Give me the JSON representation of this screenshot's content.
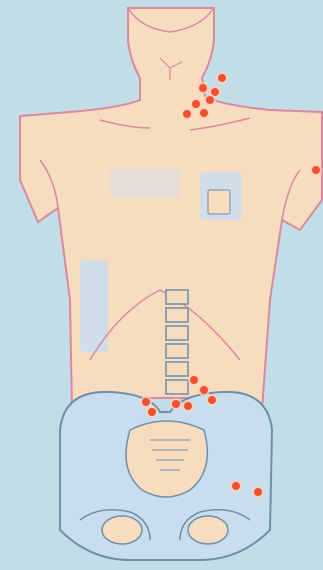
{
  "colors": {
    "background": "#c3dde8",
    "skin": "#f7dcc0",
    "skin_shadow": "#e8c4a8",
    "outline": "#d98a9e",
    "bone_fill": "#c8deef",
    "bone_outline": "#6e8fa8",
    "inner_patch": "#b9d6ea",
    "marker": "#f0502e",
    "marker_ring": "#ffd0b8"
  },
  "figure": {
    "icons": [
      "torso-outline-icon",
      "spine-icon",
      "pelvis-icon",
      "rib-cage-icon"
    ]
  },
  "markers": {
    "count_neck": 7,
    "count_shoulder": 1,
    "count_pelvic_rim": 7,
    "count_hip": 2
  }
}
